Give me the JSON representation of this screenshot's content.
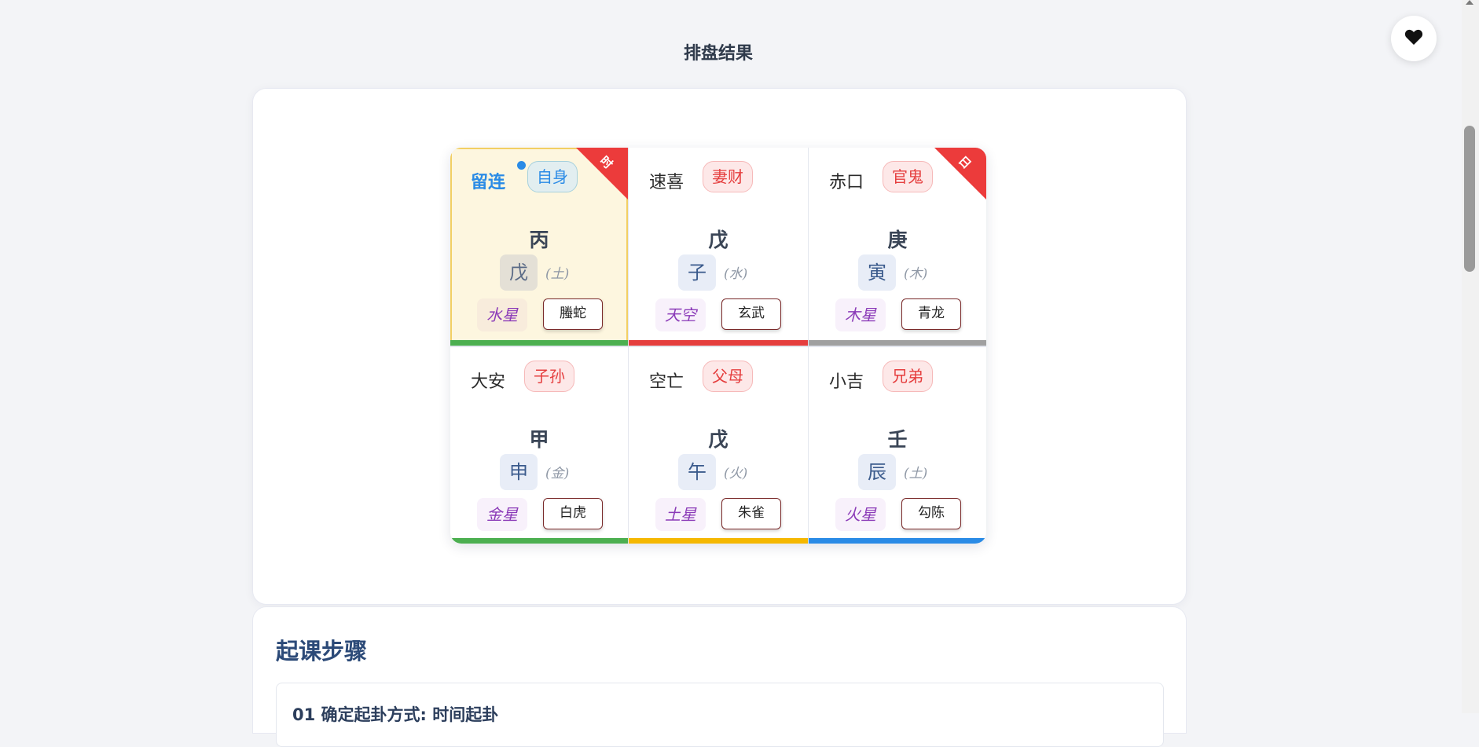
{
  "page_title": "排盘结果",
  "favorite_icon": "heart-icon",
  "palaces": [
    {
      "name": "留连",
      "relation": "自身",
      "stem": "丙",
      "branch": "戊",
      "element": "(土)",
      "star": "水星",
      "beast": "螣蛇",
      "bar_color": "#4caf50",
      "ribbon": "时",
      "is_self": true
    },
    {
      "name": "速喜",
      "relation": "妻财",
      "stem": "戊",
      "branch": "子",
      "element": "(水)",
      "star": "天空",
      "beast": "玄武",
      "bar_color": "#e53e3e",
      "ribbon": "",
      "is_self": false
    },
    {
      "name": "赤口",
      "relation": "官鬼",
      "stem": "庚",
      "branch": "寅",
      "element": "(木)",
      "star": "木星",
      "beast": "青龙",
      "bar_color": "#a0a0a0",
      "ribbon": "日",
      "is_self": false
    },
    {
      "name": "大安",
      "relation": "子孙",
      "stem": "甲",
      "branch": "申",
      "element": "(金)",
      "star": "金星",
      "beast": "白虎",
      "bar_color": "#4caf50",
      "ribbon": "",
      "is_self": false
    },
    {
      "name": "空亡",
      "relation": "父母",
      "stem": "戊",
      "branch": "午",
      "element": "(火)",
      "star": "土星",
      "beast": "朱雀",
      "bar_color": "#f5b800",
      "ribbon": "",
      "is_self": false
    },
    {
      "name": "小吉",
      "relation": "兄弟",
      "stem": "壬",
      "branch": "辰",
      "element": "(土)",
      "star": "火星",
      "beast": "勾陈",
      "bar_color": "#2a8be6",
      "ribbon": "",
      "is_self": false
    }
  ],
  "steps": {
    "title": "起课步骤",
    "first_step": "01  确定起卦方式: 时间起卦"
  }
}
